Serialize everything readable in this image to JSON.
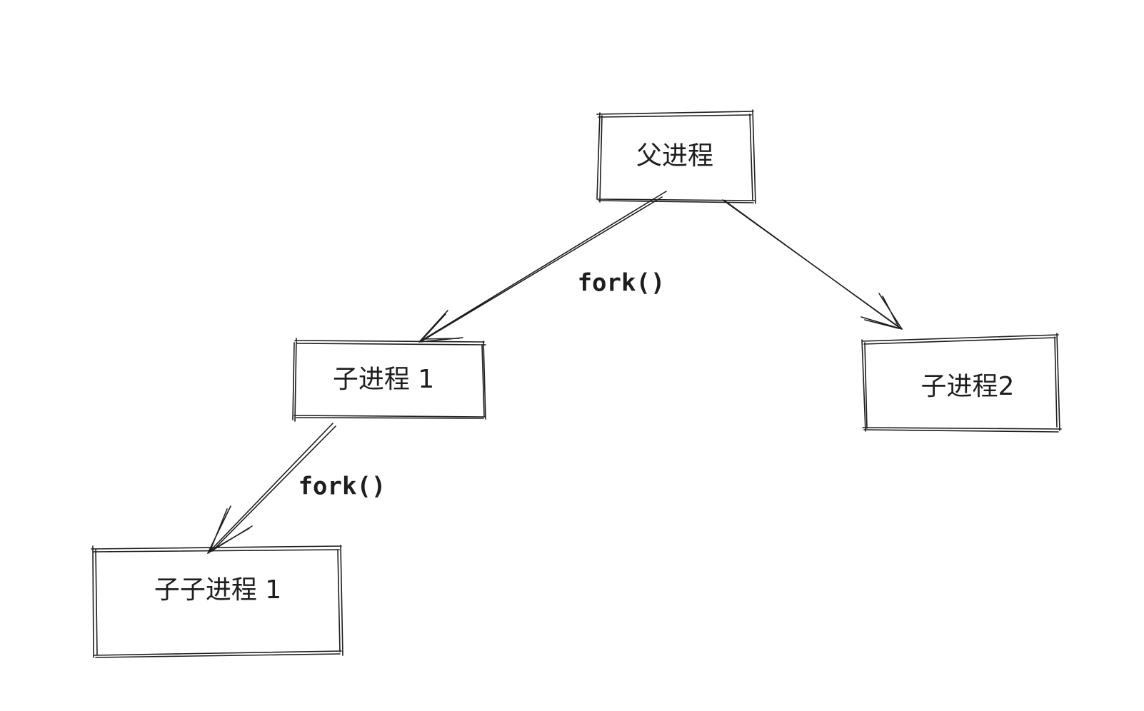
{
  "diagram": {
    "nodes": {
      "parent": {
        "label": "父进程"
      },
      "child1": {
        "label": "子进程 1"
      },
      "child2": {
        "label": "子进程2"
      },
      "grandchild1": {
        "label": "子子进程 1"
      }
    },
    "edges": {
      "parent_to_child1": {
        "label": "fork()"
      },
      "child1_to_grandchild1": {
        "label": "fork()"
      }
    }
  }
}
